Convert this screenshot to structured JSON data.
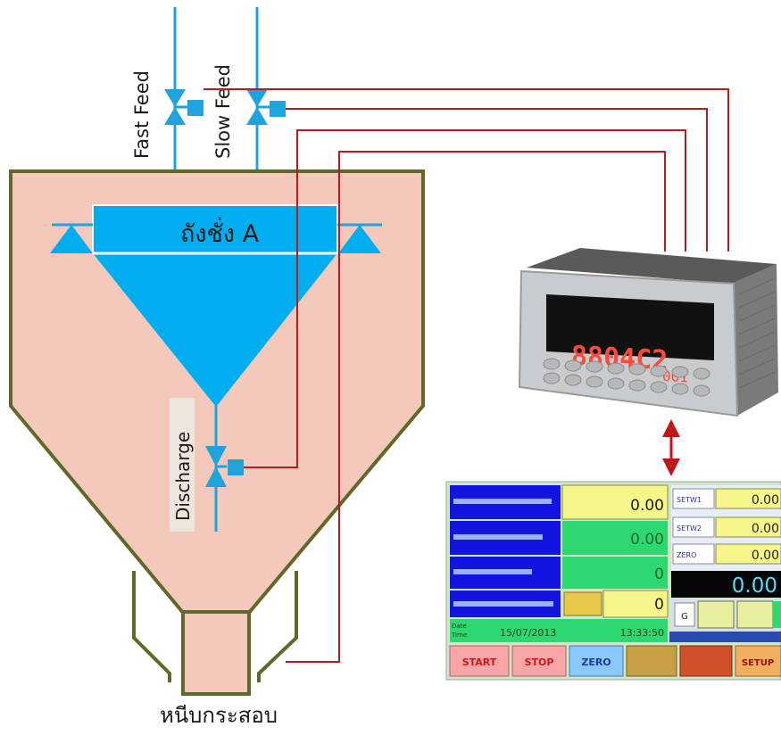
{
  "labels": {
    "fast_feed": "Fast Feed",
    "slow_feed": "Slow Feed",
    "tank": "ถังชั่ง A",
    "discharge": "Discharge",
    "bag_clamp": "หนีบกระสอบ"
  },
  "indicator": {
    "display_main": "8804C2",
    "display_sub": "001"
  },
  "hmi": {
    "rows": [
      {
        "value": "0.00"
      },
      {
        "value": "0.00"
      },
      {
        "value": "0"
      },
      {
        "value": "0"
      }
    ],
    "setpoints": [
      {
        "label": "SETW1",
        "value": "0.00"
      },
      {
        "label": "SETW2",
        "value": "0.00"
      },
      {
        "label": "ZERO",
        "value": "0.00"
      }
    ],
    "big_display": "0.00",
    "date_label": "Date\nTime",
    "date": "15/07/2013",
    "time": "13:33:50",
    "buttons": {
      "start": "START",
      "stop": "STOP",
      "zero": "ZERO",
      "setup": "SETUP"
    }
  },
  "colors": {
    "pipe": "#1fa3dc",
    "hopper_fill": "#f5c8bc",
    "hopper_stroke": "#5f6a2a",
    "signal_line": "#c0161c",
    "tank_fill": "#00aeef"
  }
}
